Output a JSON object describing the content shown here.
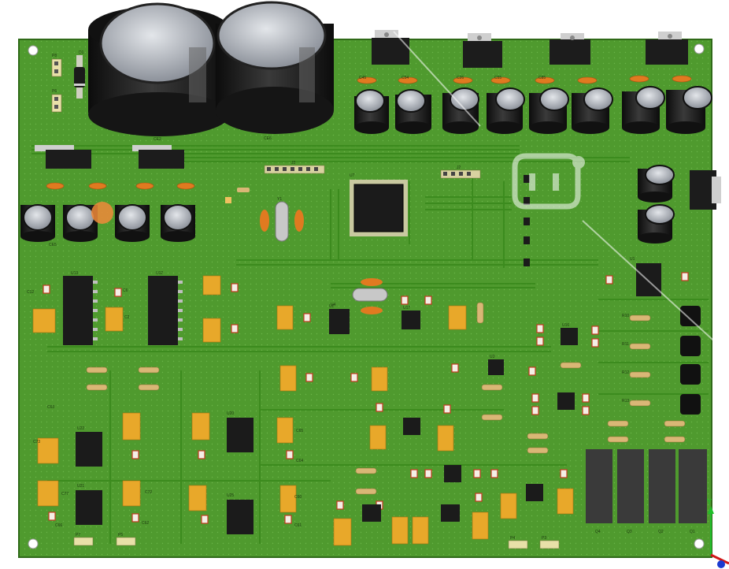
{
  "colors": {
    "board": "#4f9a2e",
    "board_edge": "#3b7a20",
    "trace": "#3c8520",
    "pad": "#c9c9a0",
    "ic_body": "#1b1b1b",
    "tantalum": "#e8a82a",
    "smd_orange": "#e07a20",
    "cap_body": "#1c1c1c",
    "cap_top": "#b9bec6",
    "axis_y": "#1fbf2a",
    "axis_x": "#d01818"
  },
  "silkscreen": {
    "p8": "P8",
    "p6": "P6",
    "d1": "D1",
    "ce2": "CE2",
    "ce6": "CE6",
    "ce5": "CE5",
    "c12": "C12",
    "c6": "C6",
    "c2": "C2",
    "u7": "U7",
    "j3": "J3",
    "j2": "J2",
    "u13": "U13",
    "u12": "U12",
    "u2": "U2",
    "u1": "U1",
    "c73": "C73",
    "c63": "C63",
    "c77": "C77",
    "c66": "C66",
    "u21": "U21",
    "u22": "U22",
    "u25": "U25",
    "u20": "U20",
    "c72": "C72",
    "c62": "C62",
    "c65": "C65",
    "c61": "C61",
    "c60": "C60",
    "c64": "C64",
    "q1": "Q1",
    "q2": "Q2",
    "q3": "Q3",
    "q4": "Q4",
    "p7": "P7",
    "p5": "P5",
    "p4": "P4",
    "p3": "P3",
    "r10": "R10",
    "r11": "R11",
    "r12": "R12",
    "r13": "R13",
    "c45": "C45",
    "c54": "C54",
    "c26": "C26",
    "c55": "C55",
    "c85": "C85",
    "u4": "U4",
    "u17": "U17",
    "u3": "U3",
    "u16": "U16",
    "y1": "Y1"
  },
  "axes": {
    "y": "Y"
  }
}
